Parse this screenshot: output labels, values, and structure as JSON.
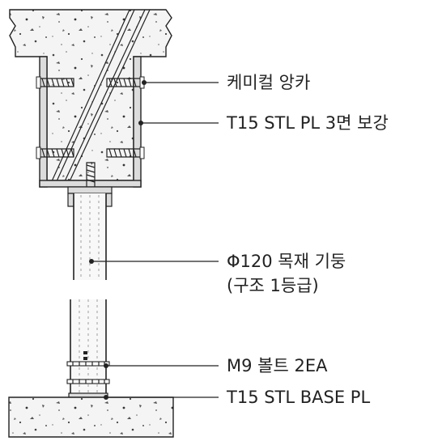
{
  "title": "",
  "colors": {
    "line": "#222222",
    "steel": "#dcdcdc",
    "concrete": "#f4f4f4",
    "wood": "#f8f8f8"
  },
  "callouts": [
    {
      "id": "chemical-anchor",
      "lines": [
        "케미컬 앙카"
      ]
    },
    {
      "id": "steel-plate-reinforcement",
      "lines": [
        "T15 STL PL 3면 보강"
      ]
    },
    {
      "id": "wood-column",
      "lines": [
        "Φ120 목재 기둥",
        "(구조 1등급)"
      ]
    },
    {
      "id": "m9-bolt",
      "lines": [
        "M9 볼트 2EA"
      ]
    },
    {
      "id": "base-plate",
      "lines": [
        "T15 STL BASE PL"
      ]
    }
  ]
}
